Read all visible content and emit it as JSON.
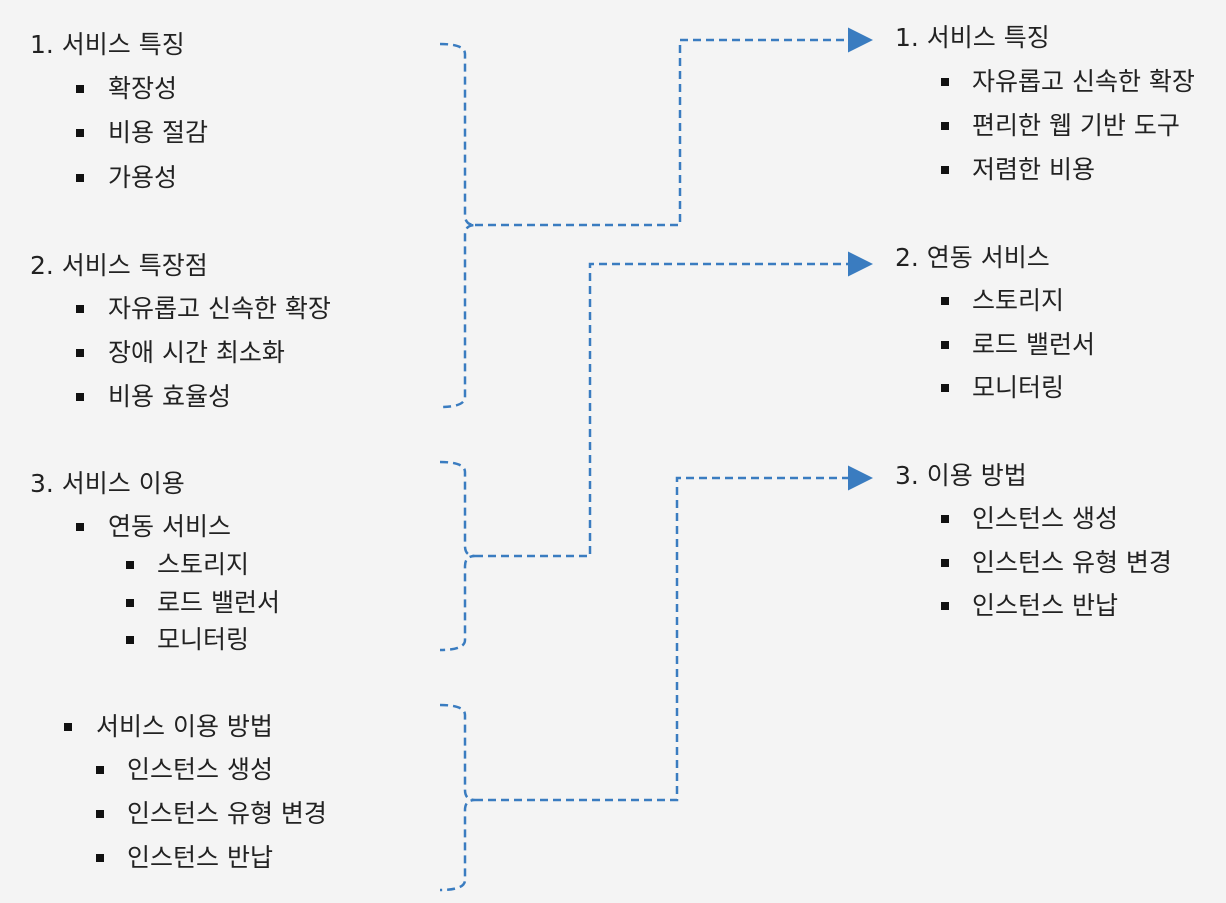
{
  "left": {
    "s1": {
      "title": "1. 서비스 특징",
      "items": [
        "확장성",
        "비용 절감",
        "가용성"
      ]
    },
    "s2": {
      "title": "2. 서비스 특장점",
      "items": [
        "자유롭고 신속한 확장",
        "장애 시간 최소화",
        "비용 효율성"
      ]
    },
    "s3": {
      "title": "3. 서비스 이용",
      "item": "연동 서비스",
      "subitems": [
        "스토리지",
        "로드 밸런서",
        "모니터링"
      ]
    },
    "s4": {
      "item": "서비스 이용 방법",
      "subitems": [
        "인스턴스 생성",
        "인스턴스 유형 변경",
        "인스턴스 반납"
      ]
    }
  },
  "right": {
    "r1": {
      "title": "1. 서비스 특징",
      "items": [
        "자유롭고 신속한 확장",
        "편리한 웹 기반 도구",
        "저렴한 비용"
      ]
    },
    "r2": {
      "title": "2. 연동 서비스",
      "items": [
        "스토리지",
        "로드 밸런서",
        "모니터링"
      ]
    },
    "r3": {
      "title": "3. 이용 방법",
      "items": [
        "인스턴스 생성",
        "인스턴스 유형 변경",
        "인스턴스 반납"
      ]
    }
  },
  "colors": {
    "connector": "#3a7cc0"
  }
}
